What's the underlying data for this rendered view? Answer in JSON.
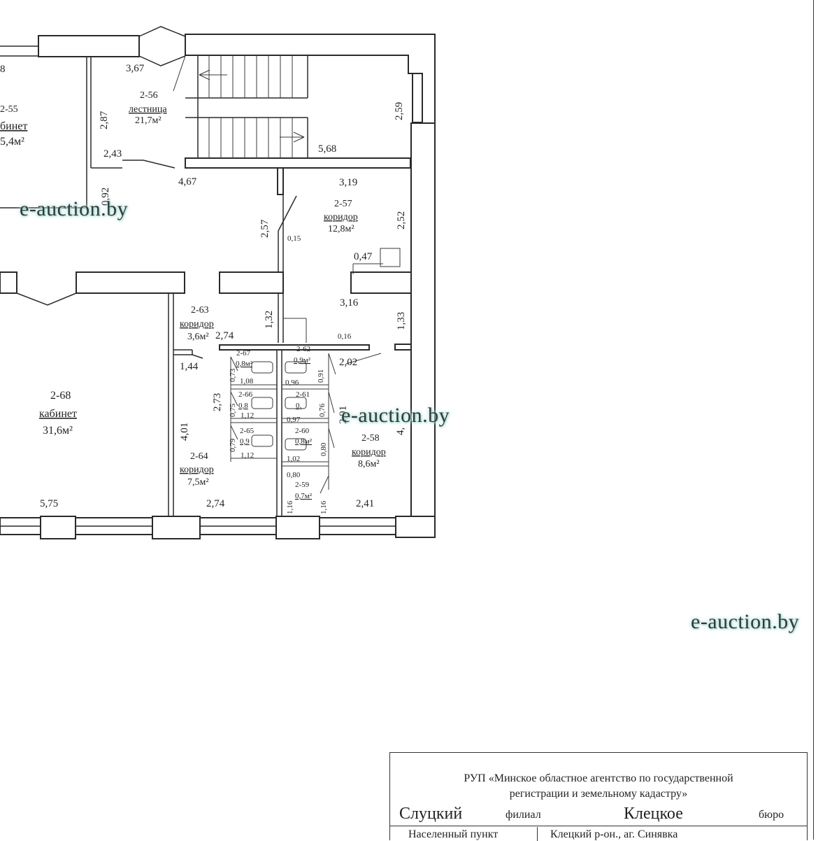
{
  "watermark": "e-auction.by",
  "rooms": {
    "r2_55": {
      "code": "2-55",
      "name": "бинет",
      "area": "5,4м²"
    },
    "r2_56": {
      "code": "2-56",
      "name": "лестница",
      "area": "21,7м²"
    },
    "r2_57": {
      "code": "2-57",
      "name": "коридор",
      "area": "12,8м²"
    },
    "r2_58": {
      "code": "2-58",
      "name": "коридор",
      "area": "8,6м²"
    },
    "r2_59": {
      "code": "2-59",
      "area": "0,7м²"
    },
    "r2_60": {
      "code": "2-60",
      "area": "0,8м²"
    },
    "r2_61": {
      "code": "2-61",
      "area": "0,"
    },
    "r2_62": {
      "code": "2-62",
      "area": "0,9м²"
    },
    "r2_63": {
      "code": "2-63",
      "name": "коридор",
      "area": "3,6м²"
    },
    "r2_64": {
      "code": "2-64",
      "name": "коридор",
      "area": "7,5м²"
    },
    "r2_65": {
      "code": "2-65",
      "area": "0,9"
    },
    "r2_66": {
      "code": "2-66",
      "area": "0,8"
    },
    "r2_67": {
      "code": "2-67",
      "area": "0,8м²"
    },
    "r2_68": {
      "code": "2-68",
      "name": "кабинет",
      "area": "31,6м²"
    }
  },
  "dimensions": {
    "d_8": "8",
    "d_3_67": "3,67",
    "d_2_87": "2,87",
    "d_2_43": "2,43",
    "d_2_59": "2,59",
    "d_5_68": "5,68",
    "d_0_92": "0,92",
    "d_4_67": "4,67",
    "d_3_19": "3,19",
    "d_2_52": "2,52",
    "d_2_57": "2,57",
    "d_0_15": "0,15",
    "d_0_47": "0,47",
    "d_3_16": "3,16",
    "d_1_32": "1,32",
    "d_1_33": "1,33",
    "d_2_74_top": "2,74",
    "d_0_16": "0,16",
    "d_1_44": "1,44",
    "d_2_02": "2,02",
    "d_0_73": "0,73",
    "d_1_08": "1,08",
    "d_0_96": "0,96",
    "d_0_91": "0,91",
    "d_2_73": "2,73",
    "d_0_75": "0,75",
    "d_1_12_a": "1,12",
    "d_0_97": "0,97",
    "d_0_76": "0,76",
    "d_2_91": "2,91",
    "d_4_x": "4,",
    "d_4_01": "4,01",
    "d_0_79": "0,79",
    "d_1_12_b": "1,12",
    "d_1_02": "1,02",
    "d_0_80_a": "0,80",
    "d_0_80_b": "0,80",
    "d_1_16_a": "1,16",
    "d_1_16_b": "1,16",
    "d_5_75": "5,75",
    "d_2_74_bottom": "2,74",
    "d_2_41": "2,41"
  },
  "title_block": {
    "org_line1": "РУП «Минское областное агентство по государственной",
    "org_line2": "регистрации и земельному кадастру»",
    "branch_name": "Слуцкий",
    "branch_label": "филиал",
    "bureau_name": "Клецкое",
    "bureau_label": "бюро",
    "locality_label": "Населенный пункт",
    "locality_value": "Клецкий р-он., аг. Синявка"
  }
}
